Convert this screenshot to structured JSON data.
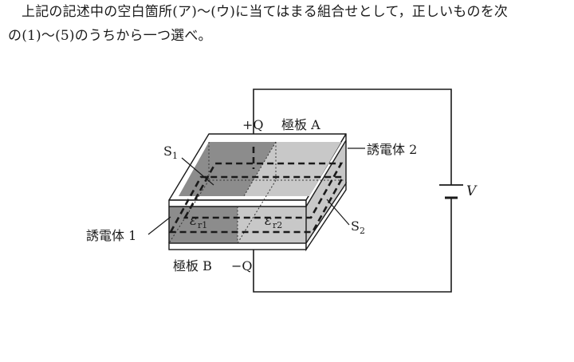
{
  "question": {
    "line1": "上記の記述中の空白箇所(ア)～(ウ)に当てはまる組合せとして，正しいものを次",
    "line2": "の(1)～(5)のうちから一つ選べ。"
  },
  "figure": {
    "plate_a_charge": "+Q",
    "plate_a_label": "極板 A",
    "plate_b_label": "極板 B",
    "plate_b_charge": "−Q",
    "dielectric_1": "誘電体 1",
    "dielectric_2": "誘電体 2",
    "s1_main": "S",
    "s1_sub": "1",
    "s2_main": "S",
    "s2_sub": "2",
    "eps1_main": "ε",
    "eps1_sub": "r1",
    "eps2_main": "ε",
    "eps2_sub": "r2",
    "voltage": "V"
  },
  "colors": {
    "dielectric_1_fill": "#8c8c8c",
    "dielectric_2_fill": "#c8c8c8",
    "line": "#1a1a1a"
  }
}
